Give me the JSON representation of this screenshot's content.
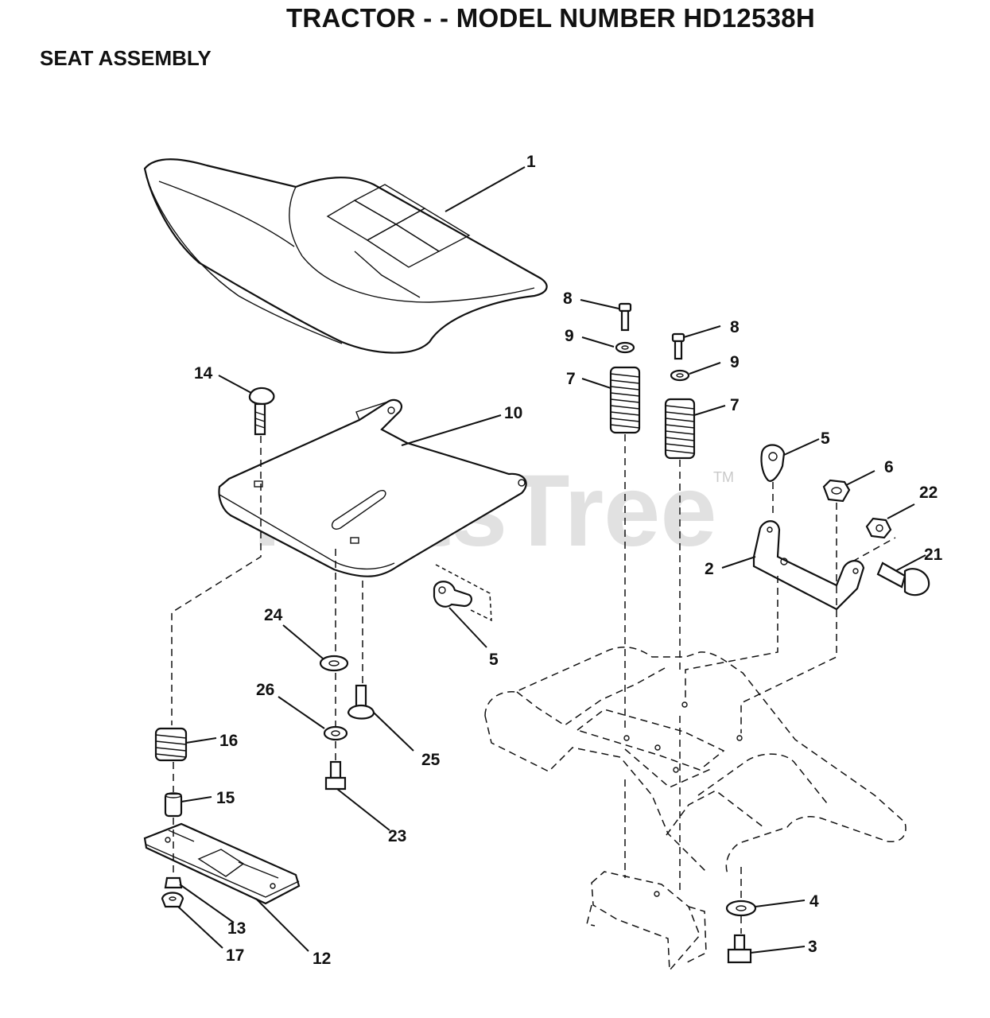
{
  "header": {
    "title": "TRACTOR - - MODEL NUMBER HD12538H",
    "section": "SEAT ASSEMBLY"
  },
  "watermark": {
    "text": "PartsTree",
    "tm": "TM"
  },
  "callouts": {
    "c1": "1",
    "c2": "2",
    "c3": "3",
    "c4": "4",
    "c5a": "5",
    "c5b": "5",
    "c6": "6",
    "c7a": "7",
    "c7b": "7",
    "c8a": "8",
    "c8b": "8",
    "c9a": "9",
    "c9b": "9",
    "c10": "10",
    "c12": "12",
    "c13": "13",
    "c14": "14",
    "c15": "15",
    "c16": "16",
    "c17": "17",
    "c21": "21",
    "c22": "22",
    "c23": "23",
    "c24": "24",
    "c25": "25",
    "c26": "26"
  }
}
